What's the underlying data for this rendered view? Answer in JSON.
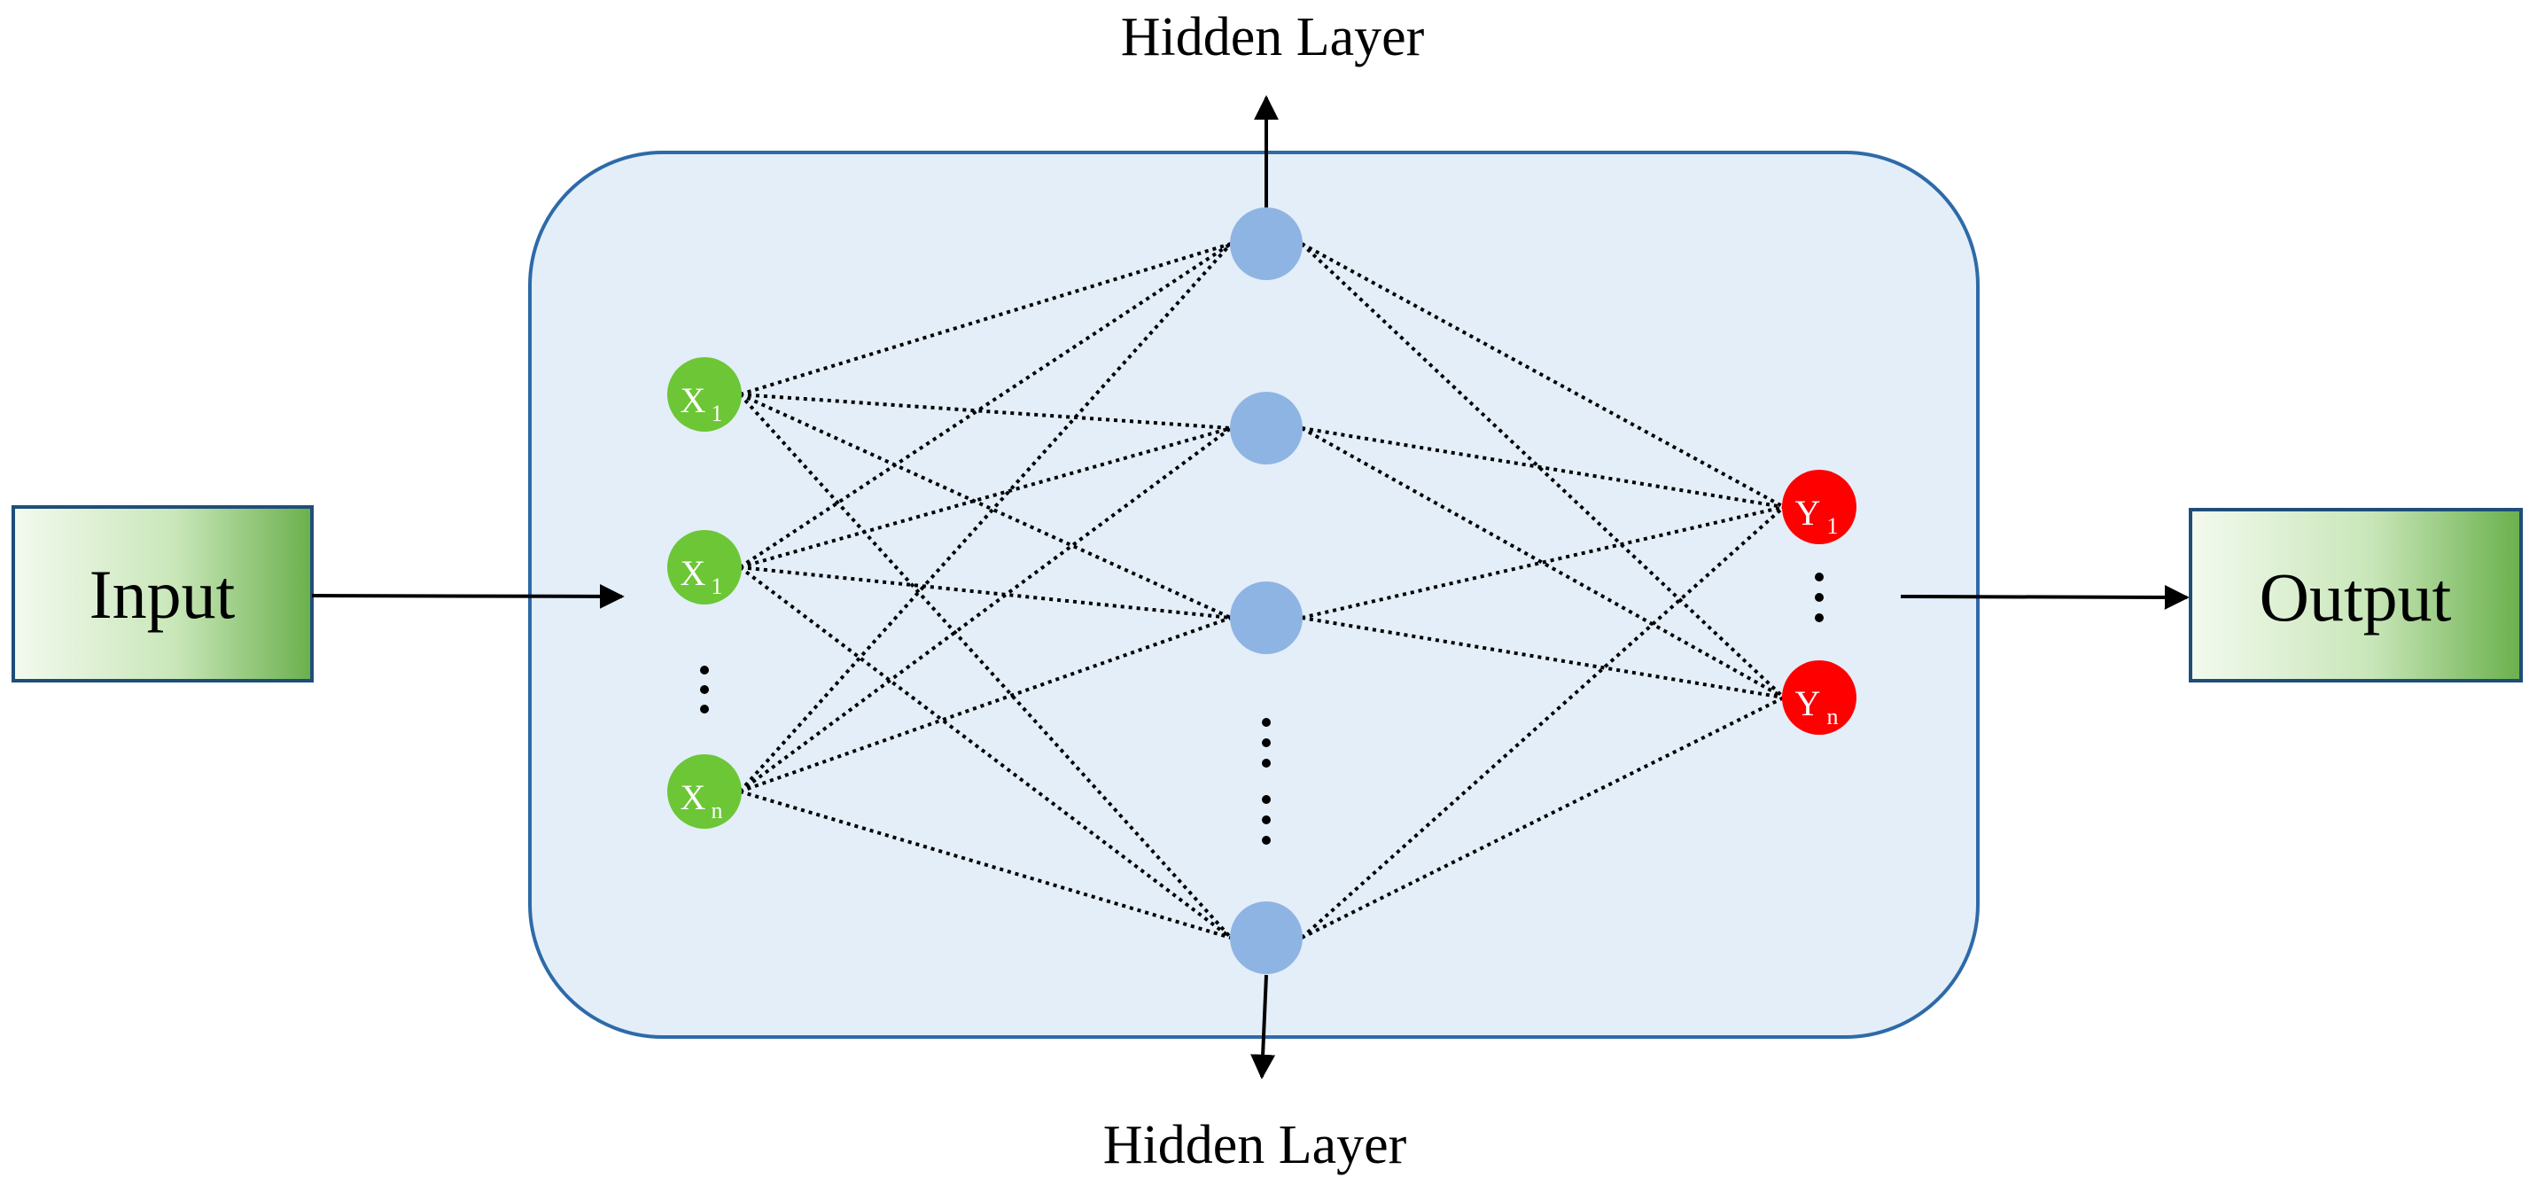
{
  "input_label": "Input",
  "output_label": "Output",
  "hidden_layer_top": "Hidden Layer",
  "hidden_layer_bottom": "Hidden Layer",
  "input_nodes": [
    {
      "letter": "X",
      "sub": "1"
    },
    {
      "letter": "X",
      "sub": "1"
    },
    {
      "letter": "X",
      "sub": "n"
    }
  ],
  "output_nodes": [
    {
      "letter": "Y",
      "sub": "1"
    },
    {
      "letter": "Y",
      "sub": "n"
    }
  ],
  "colors": {
    "input_node": "#6cc636",
    "hidden_node": "#8eb4e3",
    "output_node": "#ff0000",
    "panel_fill": "#e3eef9",
    "panel_stroke": "#2e6aa8",
    "box_stroke": "#1f4e79",
    "box_gradient_start": "#f3faef",
    "box_gradient_end": "#6ab04c"
  }
}
